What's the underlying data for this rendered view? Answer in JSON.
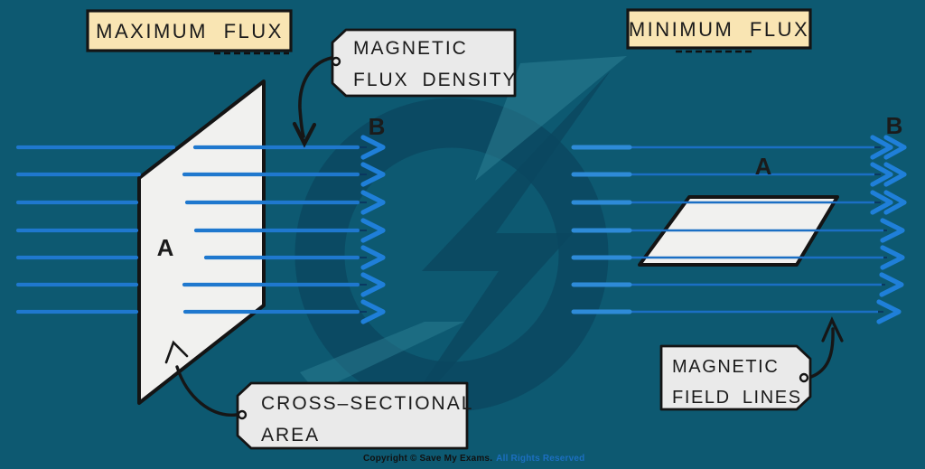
{
  "title": "Magnetic flux diagram",
  "colors": {
    "background": "#0D5971",
    "field_line": "#1B6FC4",
    "field_line_dark": "#0A3560",
    "arrowhead": "#1F7FD9",
    "flux_density_symbol_color": "#D2242E",
    "area_symbol_color": "#7A3E9D",
    "callout_fill": "#EAEAEA",
    "header_fill": "#F9E5B3",
    "plane_fill": "#F1F1EF",
    "outline": "#141414",
    "watermark_dark": "#0B455E",
    "watermark_light": "#2F8398",
    "copyright_blue": "#1C6FC0"
  },
  "left_panel": {
    "header": "MAXIMUM FLUX",
    "flux_density_symbol": "B",
    "area_symbol": "A",
    "field_line_count": 7
  },
  "right_panel": {
    "header": "MINIMUM FLUX",
    "flux_density_symbol": "B",
    "area_symbol": "A",
    "field_line_count": 7
  },
  "callouts": {
    "magnetic_flux_density": {
      "line1": "MAGNETIC",
      "line2": "FLUX DENSITY"
    },
    "cross_sectional_area": {
      "line1": "CROSS–SECTIONAL",
      "line2": "AREA"
    },
    "magnetic_field_lines": {
      "line1": "MAGNETIC",
      "line2": "FIELD LINES"
    }
  },
  "watermark": {
    "icon": "save-my-exams-lightning-logo"
  },
  "footer": {
    "copyright": "Copyright © Save My Exams.",
    "rights": "All Rights Reserved"
  }
}
